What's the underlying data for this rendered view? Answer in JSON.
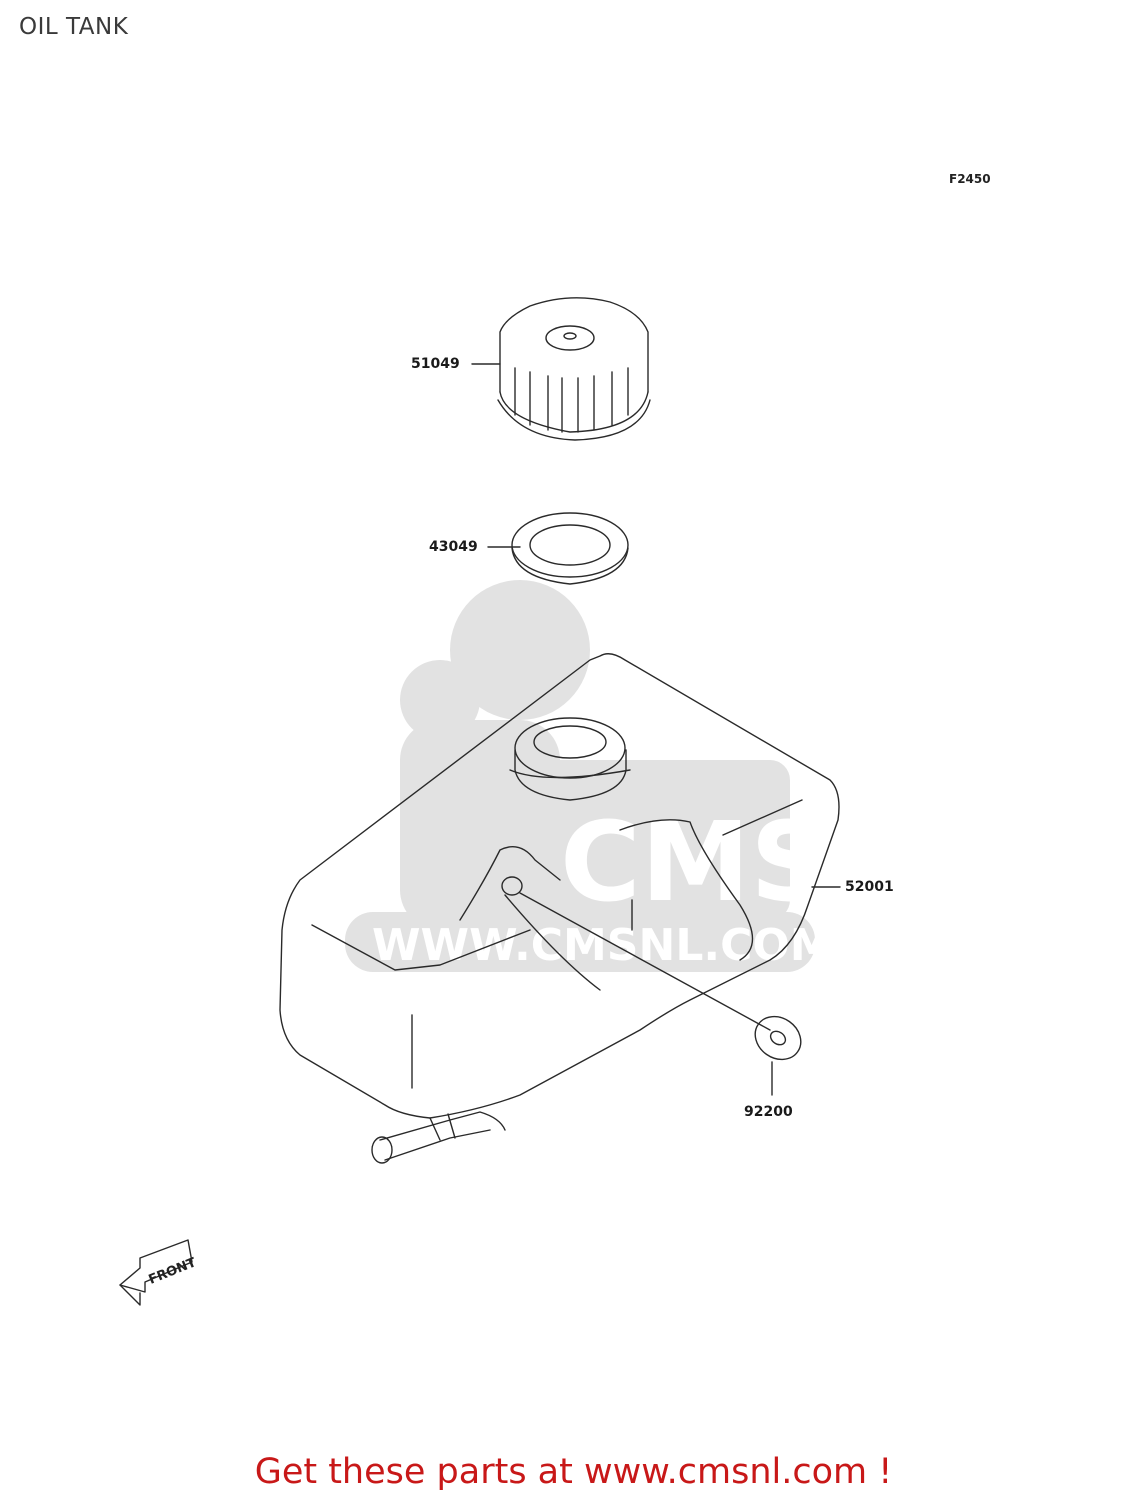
{
  "title": "OIL TANK",
  "diagram_code": "F2450",
  "watermark": {
    "url": "WWW.CMSNL.COM",
    "logo": "CMS"
  },
  "parts": [
    {
      "number": "51049",
      "name": "cap"
    },
    {
      "number": "43049",
      "name": "gasket"
    },
    {
      "number": "52001",
      "name": "tank"
    },
    {
      "number": "92200",
      "name": "washer"
    }
  ],
  "front_marker": "FRONT",
  "footer": "Get these parts at www.cmsnl.com !",
  "colors": {
    "line": "#2a2a2a",
    "footer": "#c81818",
    "watermark": "#e2e2e2"
  }
}
